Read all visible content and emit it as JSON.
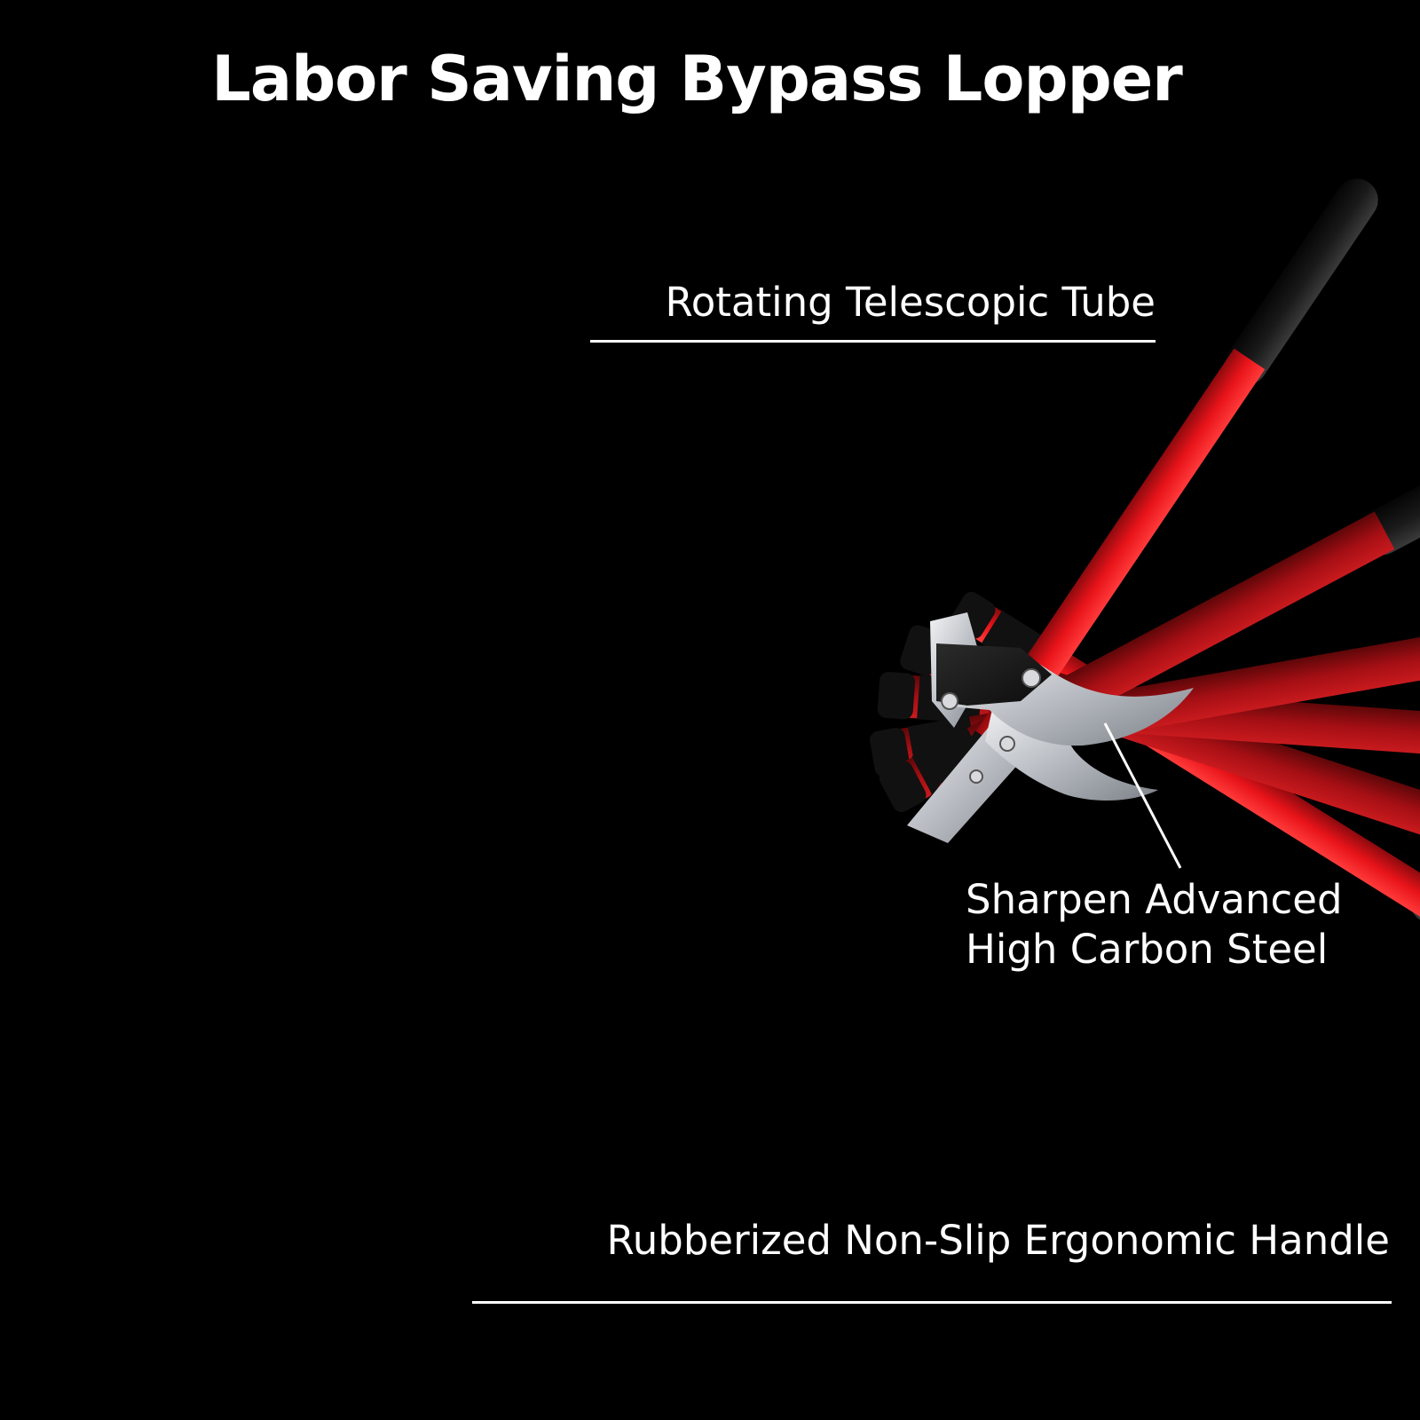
{
  "title": "Labor Saving Bypass Lopper",
  "callouts": {
    "tube": "Rotating Telescopic Tube",
    "steel_line1": "Sharpen Advanced",
    "steel_line2": "High Carbon Steel",
    "handle": "Rubberized Non-Slip Ergonomic Handle"
  },
  "colors": {
    "background": "#000000",
    "tube_red": "#e8141a",
    "grip_black": "#151515",
    "blade_silver": "#c9ccd1",
    "text": "#ffffff"
  },
  "icons": {
    "product": "bypass-lopper-illustration"
  }
}
